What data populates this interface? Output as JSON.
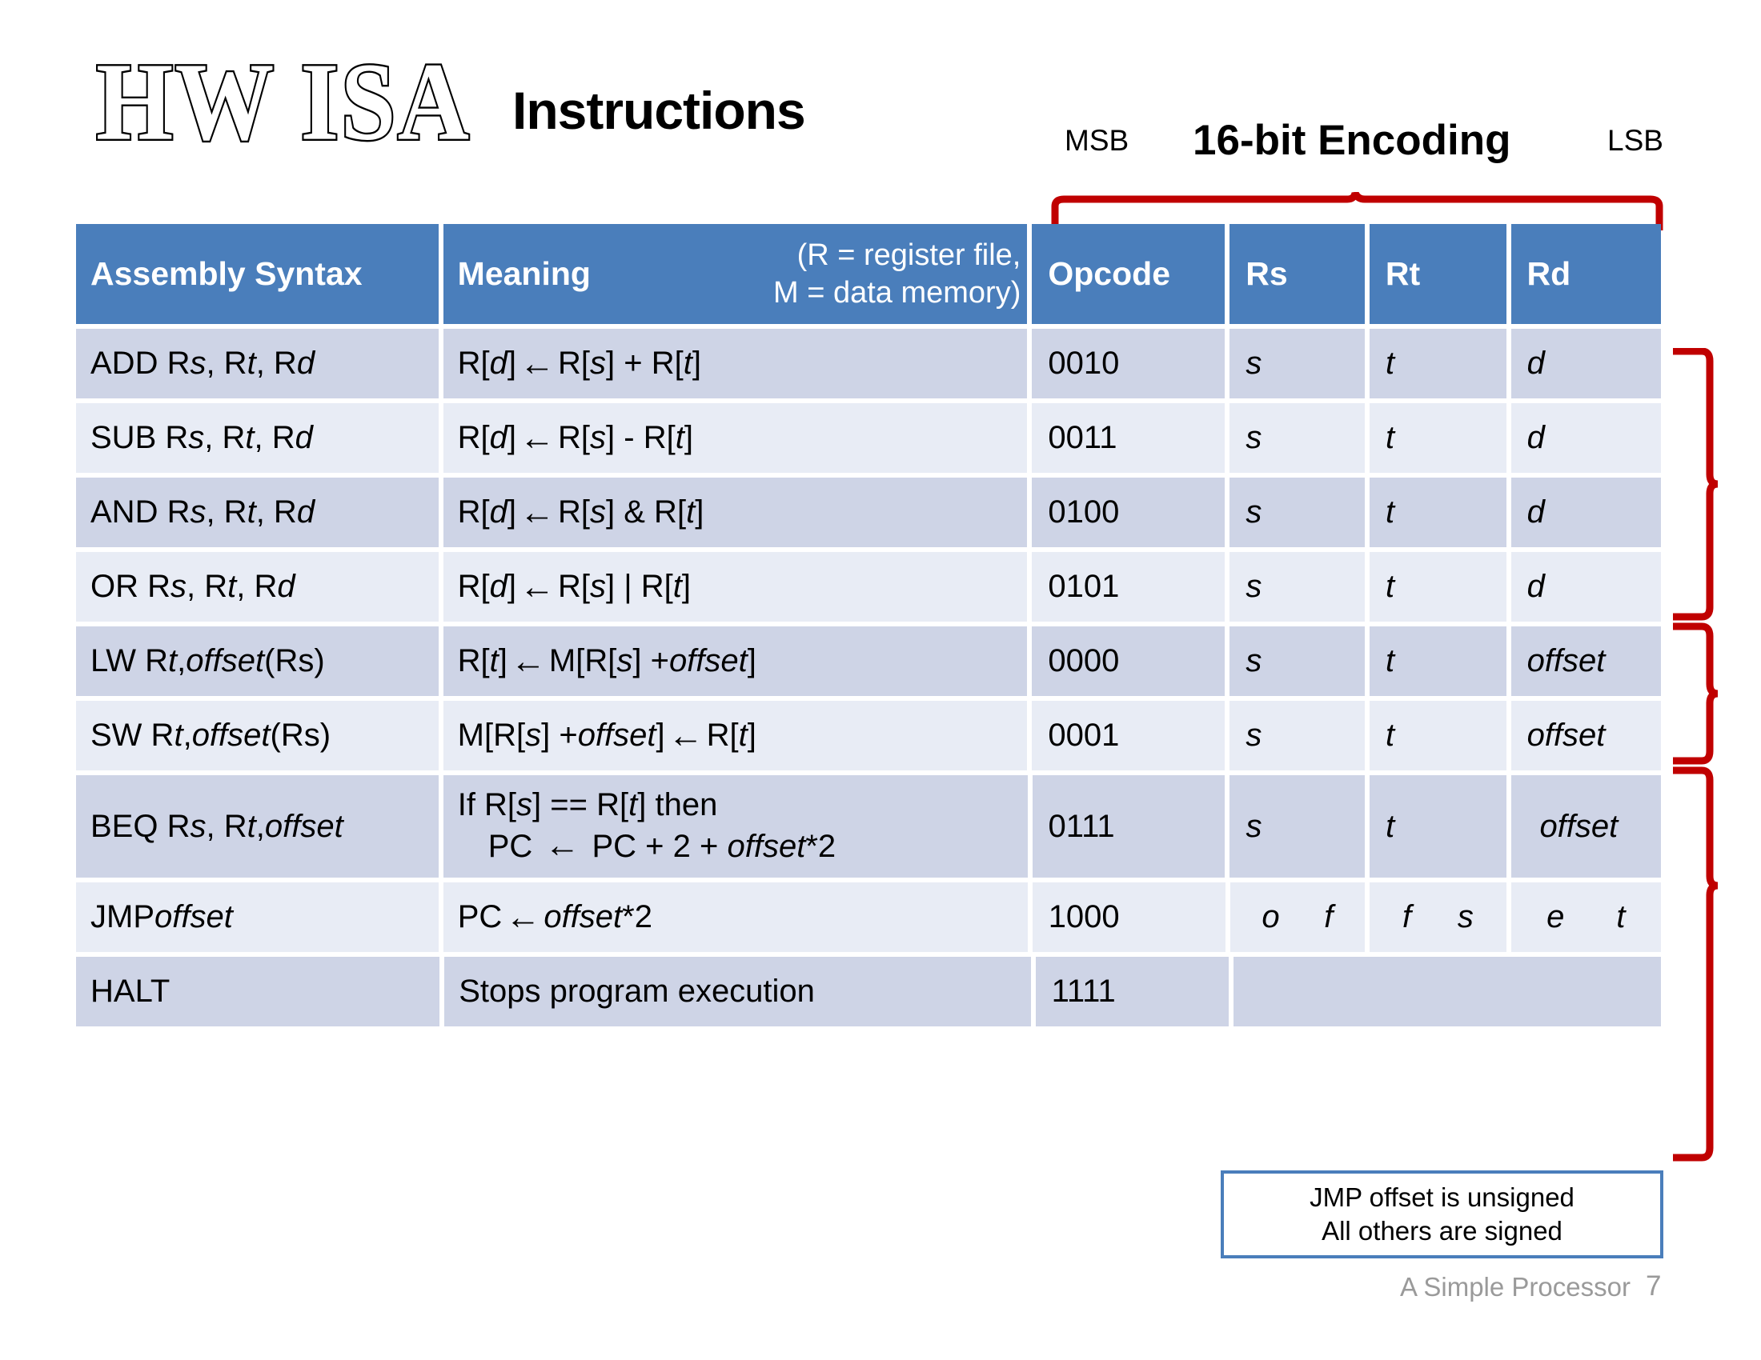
{
  "slide": {
    "logo": "HW ISA",
    "title": "Instructions",
    "encoding_label": "16-bit Encoding",
    "msb": "MSB",
    "lsb": "LSB",
    "accent_color": "#4a7ebb",
    "brace_color": "#c00000",
    "row_dark": "#ced4e6",
    "row_light": "#e8ecf5"
  },
  "table": {
    "headers": {
      "assembly": "Assembly Syntax",
      "meaning_bold": "Meaning",
      "meaning_note_line1": "(R = register file,",
      "meaning_note_line2": "M = data memory)",
      "opcode": "Opcode",
      "rs": "Rs",
      "rt": "Rt",
      "rd": "Rd"
    },
    "rows": [
      {
        "asm": "ADD Rs, Rt, Rd",
        "asm_parts": [
          {
            "t": "ADD R",
            "i": false
          },
          {
            "t": "s",
            "i": true
          },
          {
            "t": ", R",
            "i": false
          },
          {
            "t": "t",
            "i": true
          },
          {
            "t": ", R",
            "i": false
          },
          {
            "t": "d",
            "i": true
          }
        ],
        "meaning_parts": [
          {
            "t": "R[",
            "i": false
          },
          {
            "t": "d",
            "i": true
          },
          {
            "t": "] ",
            "i": false
          },
          {
            "t": "←",
            "i": false,
            "arrow": true
          },
          {
            "t": " R[",
            "i": false
          },
          {
            "t": "s",
            "i": true
          },
          {
            "t": "] + R[",
            "i": false
          },
          {
            "t": "t",
            "i": true
          },
          {
            "t": "]",
            "i": false
          }
        ],
        "opcode": "0010",
        "rs": "s",
        "rt": "t",
        "rd": "d",
        "shade": "dark"
      },
      {
        "asm": "SUB Rs, Rt, Rd",
        "asm_parts": [
          {
            "t": "SUB R",
            "i": false
          },
          {
            "t": "s",
            "i": true
          },
          {
            "t": ", R",
            "i": false
          },
          {
            "t": "t",
            "i": true
          },
          {
            "t": ", R",
            "i": false
          },
          {
            "t": "d",
            "i": true
          }
        ],
        "meaning_parts": [
          {
            "t": "R[",
            "i": false
          },
          {
            "t": "d",
            "i": true
          },
          {
            "t": "] ",
            "i": false
          },
          {
            "t": "←",
            "i": false,
            "arrow": true
          },
          {
            "t": " R[",
            "i": false
          },
          {
            "t": "s",
            "i": true
          },
          {
            "t": "] - R[",
            "i": false
          },
          {
            "t": "t",
            "i": true
          },
          {
            "t": "]",
            "i": false
          }
        ],
        "opcode": "0011",
        "rs": "s",
        "rt": "t",
        "rd": "d",
        "shade": "light"
      },
      {
        "asm": "AND Rs, Rt, Rd",
        "asm_parts": [
          {
            "t": "AND R",
            "i": false
          },
          {
            "t": "s",
            "i": true
          },
          {
            "t": ", R",
            "i": false
          },
          {
            "t": "t",
            "i": true
          },
          {
            "t": ", R",
            "i": false
          },
          {
            "t": "d",
            "i": true
          }
        ],
        "meaning_parts": [
          {
            "t": "R[",
            "i": false
          },
          {
            "t": "d",
            "i": true
          },
          {
            "t": "] ",
            "i": false
          },
          {
            "t": "←",
            "i": false,
            "arrow": true
          },
          {
            "t": " R[",
            "i": false
          },
          {
            "t": "s",
            "i": true
          },
          {
            "t": "] & R[",
            "i": false
          },
          {
            "t": "t",
            "i": true
          },
          {
            "t": "]",
            "i": false
          }
        ],
        "opcode": "0100",
        "rs": "s",
        "rt": "t",
        "rd": "d",
        "shade": "dark"
      },
      {
        "asm": "OR Rs, Rt, Rd",
        "asm_parts": [
          {
            "t": "OR R",
            "i": false
          },
          {
            "t": "s",
            "i": true
          },
          {
            "t": ", R",
            "i": false
          },
          {
            "t": "t",
            "i": true
          },
          {
            "t": ", R",
            "i": false
          },
          {
            "t": "d",
            "i": true
          }
        ],
        "meaning_parts": [
          {
            "t": "R[",
            "i": false
          },
          {
            "t": "d",
            "i": true
          },
          {
            "t": "] ",
            "i": false
          },
          {
            "t": "←",
            "i": false,
            "arrow": true
          },
          {
            "t": " R[",
            "i": false
          },
          {
            "t": "s",
            "i": true
          },
          {
            "t": "] | R[",
            "i": false
          },
          {
            "t": "t",
            "i": true
          },
          {
            "t": "]",
            "i": false
          }
        ],
        "opcode": "0101",
        "rs": "s",
        "rt": "t",
        "rd": "d",
        "shade": "light"
      },
      {
        "asm": "LW Rt, offset(Rs)",
        "asm_parts": [
          {
            "t": "LW R",
            "i": false
          },
          {
            "t": "t",
            "i": true
          },
          {
            "t": ", ",
            "i": false
          },
          {
            "t": "offset",
            "i": true
          },
          {
            "t": "(Rs)",
            "i": false
          }
        ],
        "meaning_parts": [
          {
            "t": "R[",
            "i": false
          },
          {
            "t": "t",
            "i": true
          },
          {
            "t": "] ",
            "i": false
          },
          {
            "t": "←",
            "i": false,
            "arrow": true
          },
          {
            "t": " M[R[",
            "i": false
          },
          {
            "t": "s",
            "i": true
          },
          {
            "t": "] + ",
            "i": false
          },
          {
            "t": "offset",
            "i": true
          },
          {
            "t": "]",
            "i": false
          }
        ],
        "opcode": "0000",
        "rs": "s",
        "rt": "t",
        "rd": "offset",
        "shade": "dark"
      },
      {
        "asm": "SW Rt, offset(Rs)",
        "asm_parts": [
          {
            "t": "SW R",
            "i": false
          },
          {
            "t": "t",
            "i": true
          },
          {
            "t": ", ",
            "i": false
          },
          {
            "t": "offset",
            "i": true
          },
          {
            "t": "(Rs)",
            "i": false
          }
        ],
        "meaning_parts": [
          {
            "t": "M[R[",
            "i": false
          },
          {
            "t": "s",
            "i": true
          },
          {
            "t": "] + ",
            "i": false
          },
          {
            "t": "offset",
            "i": true
          },
          {
            "t": "] ",
            "i": false
          },
          {
            "t": "←",
            "i": false,
            "arrow": true
          },
          {
            "t": " R[",
            "i": false
          },
          {
            "t": "t",
            "i": true
          },
          {
            "t": "]",
            "i": false
          }
        ],
        "opcode": "0001",
        "rs": "s",
        "rt": "t",
        "rd": "offset",
        "shade": "light"
      },
      {
        "asm": "BEQ Rs, Rt, offset",
        "asm_parts": [
          {
            "t": "BEQ R",
            "i": false
          },
          {
            "t": "s",
            "i": true
          },
          {
            "t": ", R",
            "i": false
          },
          {
            "t": "t",
            "i": true
          },
          {
            "t": ", ",
            "i": false
          },
          {
            "t": "offset",
            "i": true
          }
        ],
        "meaning_line1": [
          {
            "t": "If R[",
            "i": false
          },
          {
            "t": "s",
            "i": true
          },
          {
            "t": "] == R[",
            "i": false
          },
          {
            "t": "t",
            "i": true
          },
          {
            "t": "] then",
            "i": false
          }
        ],
        "meaning_line2": [
          {
            "t": "PC ",
            "i": false
          },
          {
            "t": "←",
            "i": false,
            "arrow": true
          },
          {
            "t": " PC + 2 + ",
            "i": false
          },
          {
            "t": "offset",
            "i": true
          },
          {
            "t": "*2",
            "i": false
          }
        ],
        "opcode": "0111",
        "rs": "s",
        "rt": "t",
        "rd": "offset",
        "shade": "dark",
        "tall": true
      },
      {
        "asm": "JMP offset",
        "asm_parts": [
          {
            "t": "JMP ",
            "i": false
          },
          {
            "t": "offset",
            "i": true
          }
        ],
        "meaning_parts": [
          {
            "t": "PC ",
            "i": false
          },
          {
            "t": "←",
            "i": false,
            "arrow": true
          },
          {
            "t": " ",
            "i": false
          },
          {
            "t": "offset",
            "i": true
          },
          {
            "t": "*2",
            "i": false
          }
        ],
        "opcode": "1000",
        "jmp_letters": [
          "o",
          "f",
          "f",
          "s",
          "e",
          "t"
        ],
        "shade": "light"
      },
      {
        "asm": "HALT",
        "asm_parts": [
          {
            "t": "HALT",
            "i": false
          }
        ],
        "meaning_parts": [
          {
            "t": "Stops program execution",
            "i": false
          }
        ],
        "opcode": "1111",
        "shade": "dark"
      }
    ]
  },
  "callout": {
    "line1": "JMP offset is unsigned",
    "line2": "All others are signed"
  },
  "footer": {
    "text": "A Simple Processor",
    "page": "7"
  }
}
